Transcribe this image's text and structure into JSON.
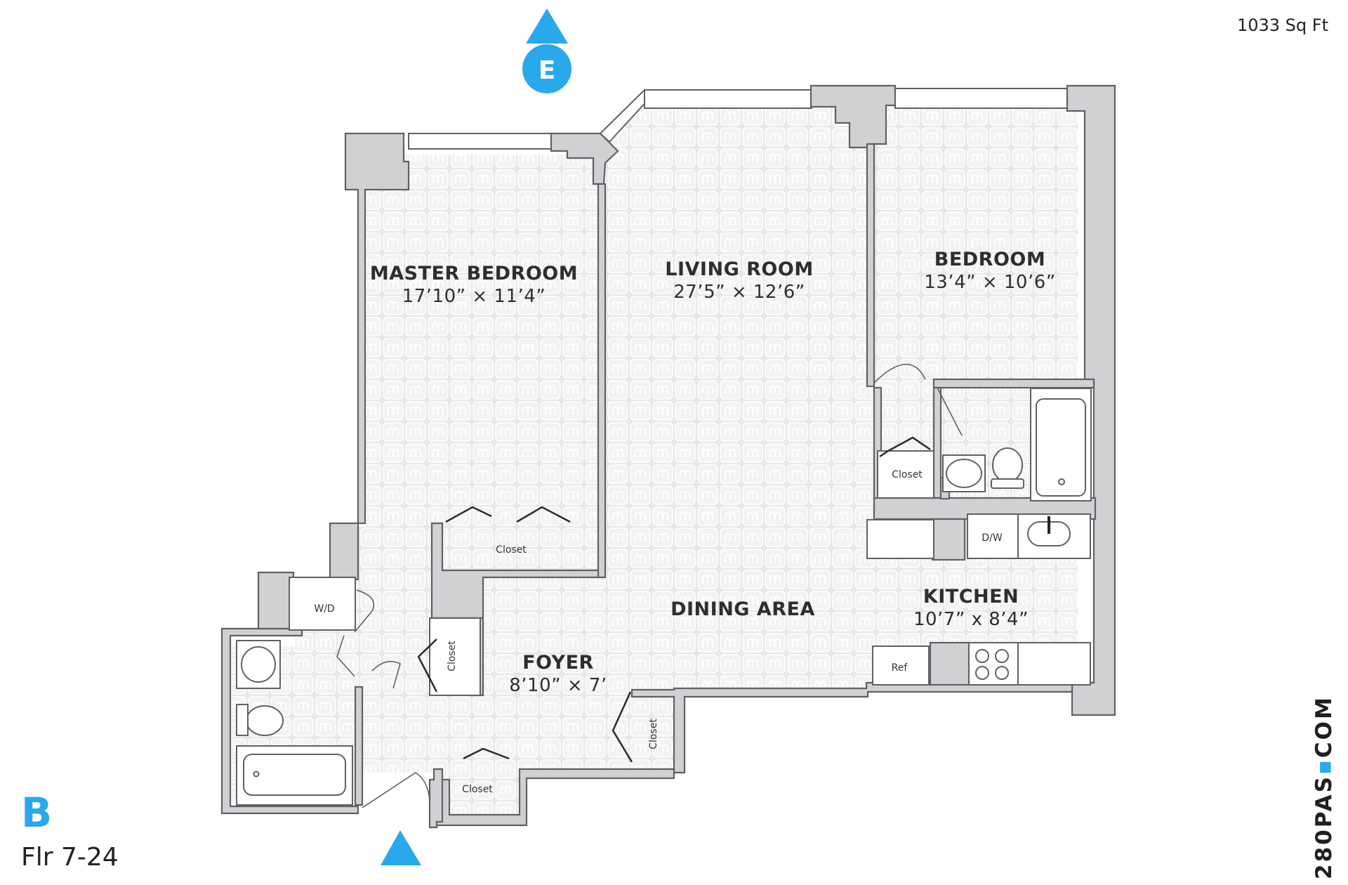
{
  "header": {
    "square_footage": "1033 Sq Ft"
  },
  "compass": {
    "letter": "E"
  },
  "unit": {
    "letter": "B",
    "floors": "Flr 7-24"
  },
  "brand": {
    "prefix": "280PAS",
    "suffix": "COM"
  },
  "rooms": {
    "master_bedroom": {
      "name": "MASTER BEDROOM",
      "dims": "17’10” × 11’4”"
    },
    "living_room": {
      "name": "LIVING ROOM",
      "dims": "27’5” × 12’6”"
    },
    "bedroom": {
      "name": "BEDROOM",
      "dims": "13’4” × 10’6”"
    },
    "dining_area": {
      "name": "DINING AREA"
    },
    "kitchen": {
      "name": "KITCHEN",
      "dims": "10’7” x 8’4”"
    },
    "foyer": {
      "name": "FOYER",
      "dims": "8’10” × 7’"
    }
  },
  "labels": {
    "closet": "Closet",
    "washer_dryer": "W/D",
    "dishwasher": "D/W",
    "refrigerator": "Ref"
  },
  "colors": {
    "accent": "#2aa8ec",
    "wall_fill": "#d0d1d3",
    "floor_fill": "#e9e9ea"
  }
}
